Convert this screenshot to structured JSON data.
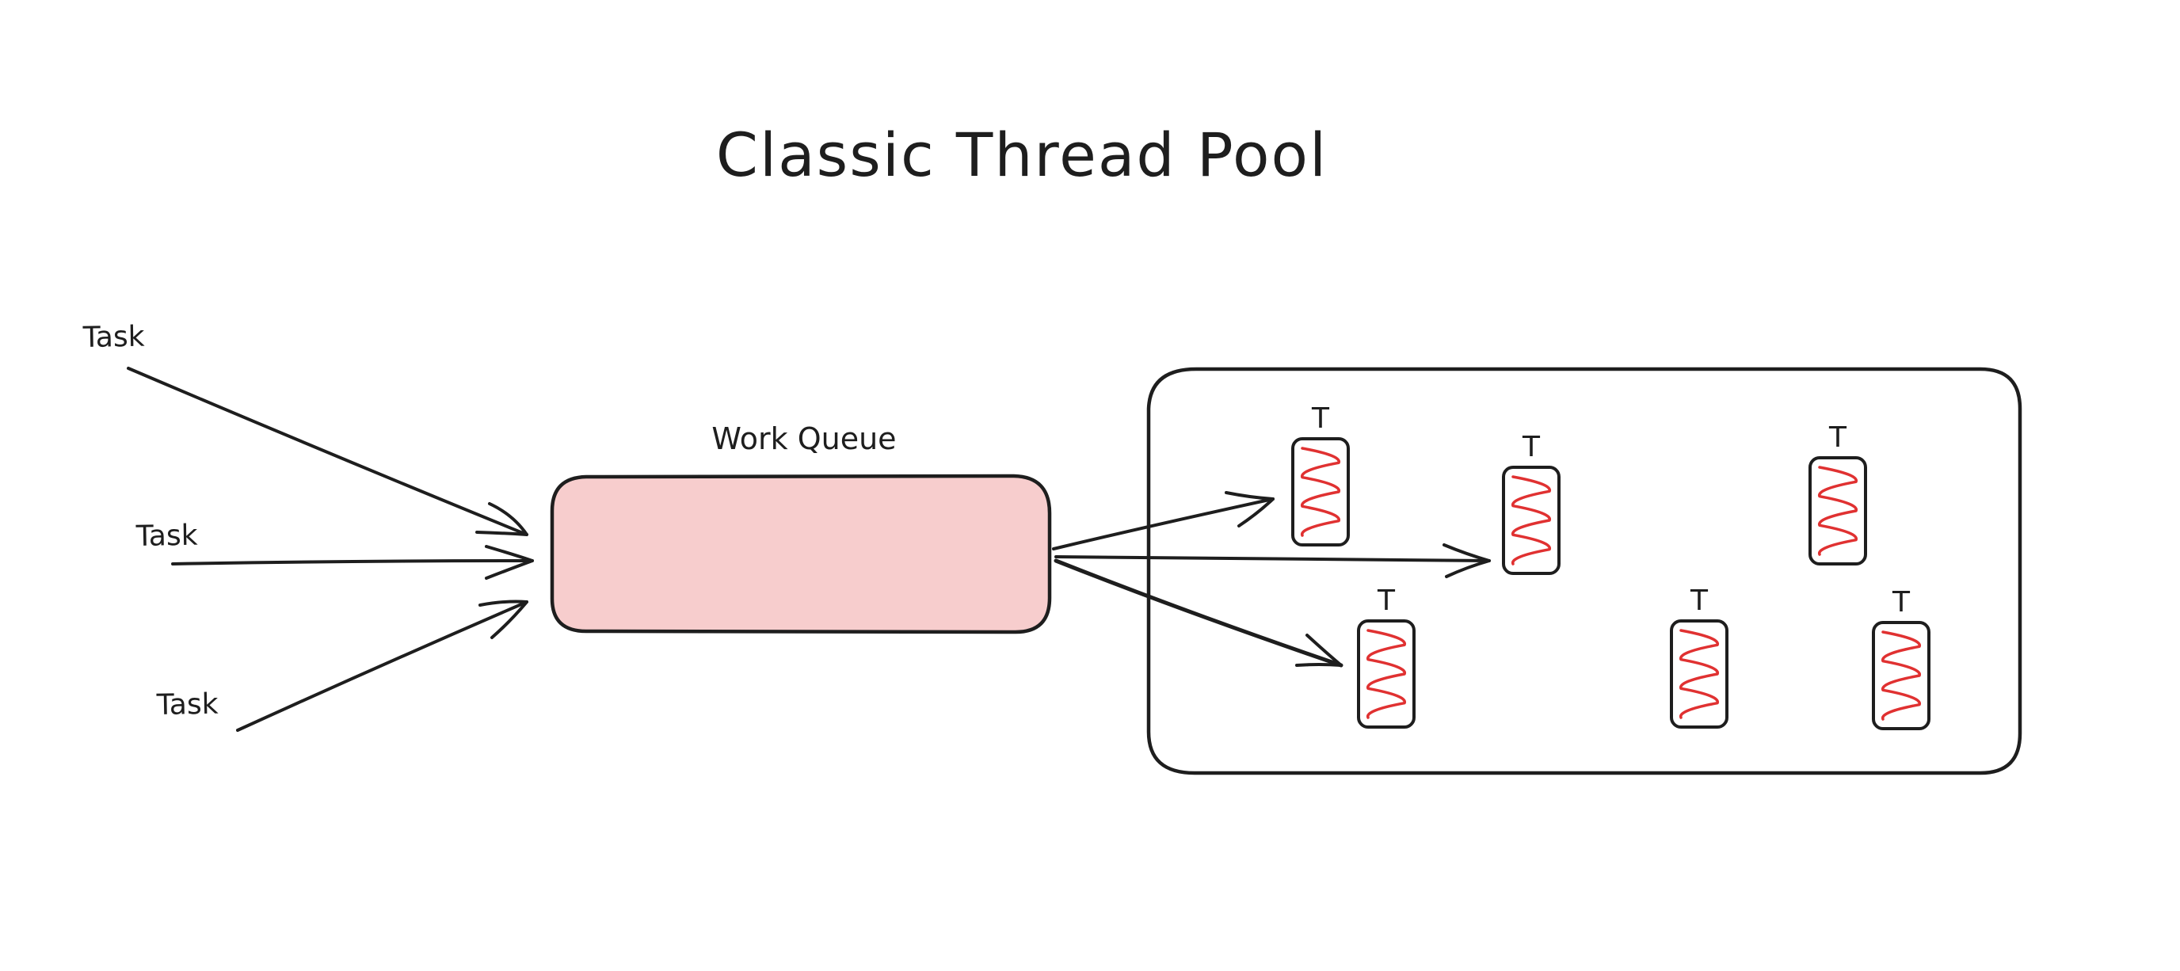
{
  "title": "Classic Thread Pool",
  "tasks": [
    "Task",
    "Task",
    "Task"
  ],
  "queue": {
    "label": "Work Queue",
    "fill_color": "#f7cdcd"
  },
  "threads": [
    "T",
    "T",
    "T",
    "T",
    "T",
    "T"
  ],
  "colors": {
    "ink": "#1e1e1e",
    "thread_wave": "#e03131",
    "background": "#ffffff"
  }
}
